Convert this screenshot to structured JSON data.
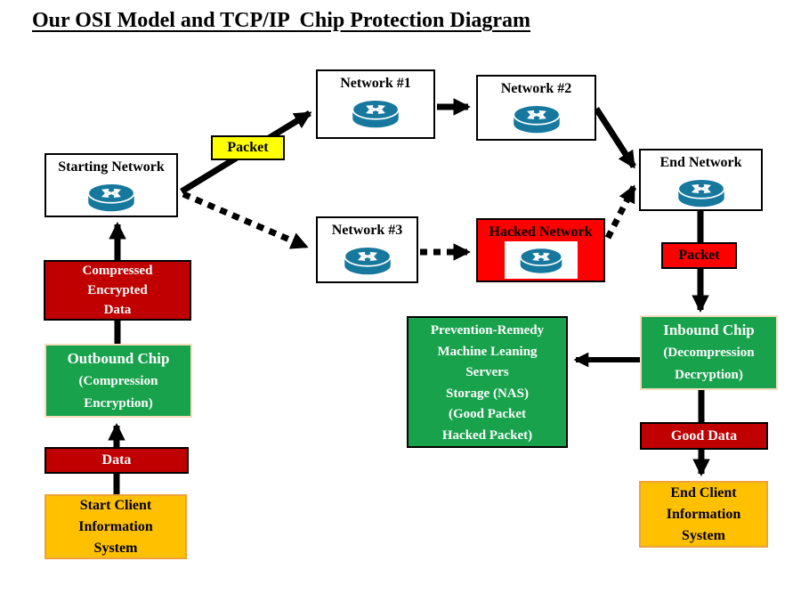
{
  "title": "Our OSI Model and TCP/IP  Chip Protection Diagram",
  "colors": {
    "bright_red": "#FF0000",
    "dark_red": "#C00000",
    "green": "#18A24C",
    "gold_orange": "#FFC000",
    "orange_border": "#EDA23C",
    "yellow": "#FFFF00",
    "tan_chip_border": "#F7DCBE",
    "router_blue": "#17789E",
    "arrow_black": "#000000"
  },
  "nodes": {
    "network1": {
      "label": "Network #1",
      "icon": "router-icon"
    },
    "network2": {
      "label": "Network #2",
      "icon": "router-icon"
    },
    "network3": {
      "label": "Network #3",
      "icon": "router-icon"
    },
    "starting_network": {
      "label": "Starting Network",
      "icon": "router-icon"
    },
    "hacked_network": {
      "label": "Hacked Network",
      "icon": "router-icon"
    },
    "end_network": {
      "label": "End Network",
      "icon": "router-icon"
    },
    "packet_top": {
      "label": "Packet"
    },
    "packet_right": {
      "label": "Packet"
    },
    "compressed_data": {
      "lines": [
        "Compressed",
        "Encrypted",
        "Data"
      ]
    },
    "outbound_chip": {
      "title": "Outbound Chip",
      "lines": [
        "(Compression",
        "Encryption)"
      ]
    },
    "data": {
      "label": "Data"
    },
    "start_client": {
      "lines": [
        "Start Client",
        "Information",
        "System"
      ]
    },
    "prevention_servers": {
      "lines": [
        "Prevention-Remedy",
        "Machine Leaning",
        "Servers",
        "Storage (NAS)",
        "(Good Packet",
        "Hacked Packet)"
      ]
    },
    "inbound_chip": {
      "title": "Inbound Chip",
      "lines": [
        "(Decompression",
        "Decryption)"
      ]
    },
    "good_data": {
      "label": "Good Data"
    },
    "end_client": {
      "lines": [
        "End Client",
        "Information",
        "System"
      ]
    }
  }
}
